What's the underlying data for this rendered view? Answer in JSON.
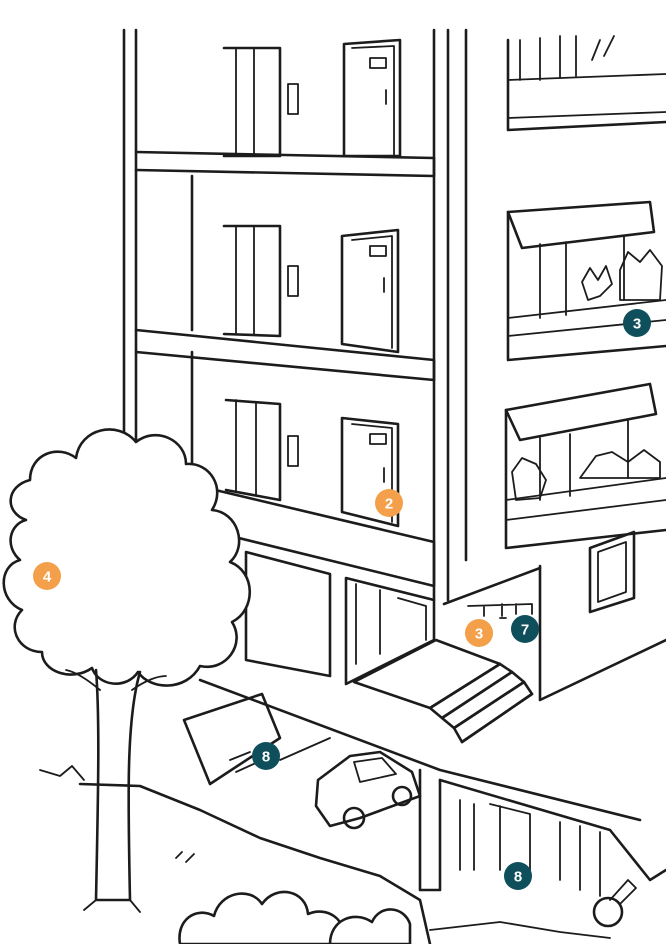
{
  "colors": {
    "orange_marker": "#f4a04a",
    "teal_marker": "#0f4f5c",
    "line": "#1c1c1c",
    "background": "#ffffff"
  },
  "markers": [
    {
      "id": "m-2-door",
      "label": "2",
      "color": "orange"
    },
    {
      "id": "m-3-balcony",
      "label": "3",
      "color": "teal"
    },
    {
      "id": "m-4-tree",
      "label": "4",
      "color": "orange"
    },
    {
      "id": "m-3-entrance",
      "label": "3",
      "color": "orange"
    },
    {
      "id": "m-7-entrance",
      "label": "7",
      "color": "teal"
    },
    {
      "id": "m-8-carport",
      "label": "8",
      "color": "teal"
    },
    {
      "id": "m-8-garage",
      "label": "8",
      "color": "teal"
    }
  ]
}
